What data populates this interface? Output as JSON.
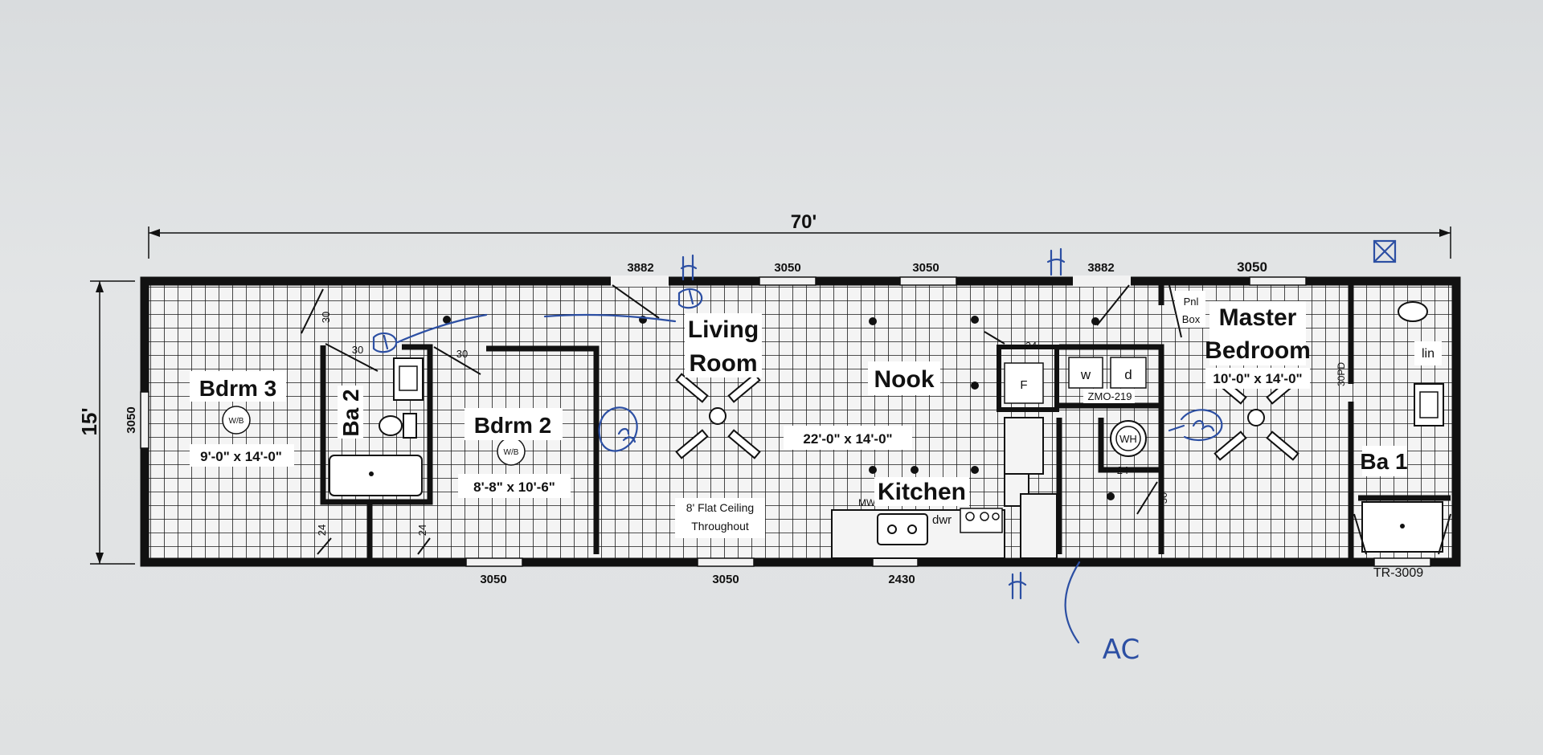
{
  "overall": {
    "length": "70'",
    "width": "15'"
  },
  "model": "TR-3009",
  "rooms": {
    "bdrm3": {
      "name": "Bdrm 3",
      "size": "9'-0\" x 14'-0\""
    },
    "bdrm2": {
      "name": "Bdrm 2",
      "size": "8'-8\" x 10'-6\""
    },
    "ba2": {
      "name": "Ba 2"
    },
    "living": {
      "name_1": "Living",
      "name_2": "Room"
    },
    "nook": {
      "name": "Nook",
      "size": "22'-0\" x 14'-0\""
    },
    "kitchen": {
      "name": "Kitchen"
    },
    "master": {
      "name_1": "Master",
      "name_2": "Bedroom",
      "size": "10'-0\" x 14'-0\""
    },
    "ba1": {
      "name": "Ba 1"
    }
  },
  "notes": {
    "ceiling_1": "8' Flat Ceiling",
    "ceiling_2": "Throughout"
  },
  "windows_top": [
    "3882",
    "3050",
    "3050",
    "3882",
    "3050"
  ],
  "windows_bottom": [
    "3050",
    "3050",
    "2430"
  ],
  "window_left": "3050",
  "labels": {
    "wb": "W/B",
    "pnl": "Pnl",
    "box": "Box",
    "washer": "w",
    "dryer": "d",
    "zmo": "ZMO-219",
    "wh": "WH",
    "fridge": "F",
    "lin": "lin",
    "mw": "MW",
    "dwr": "dwr",
    "door_30a": "30",
    "door_30b": "30",
    "door_30c": "30",
    "door_24a": "24",
    "door_24b": "24",
    "door_24c": "24",
    "door_24d": "24",
    "door_30d": "30",
    "door_30pd": "30PD"
  },
  "handwritten": {
    "ac": "AC"
  }
}
